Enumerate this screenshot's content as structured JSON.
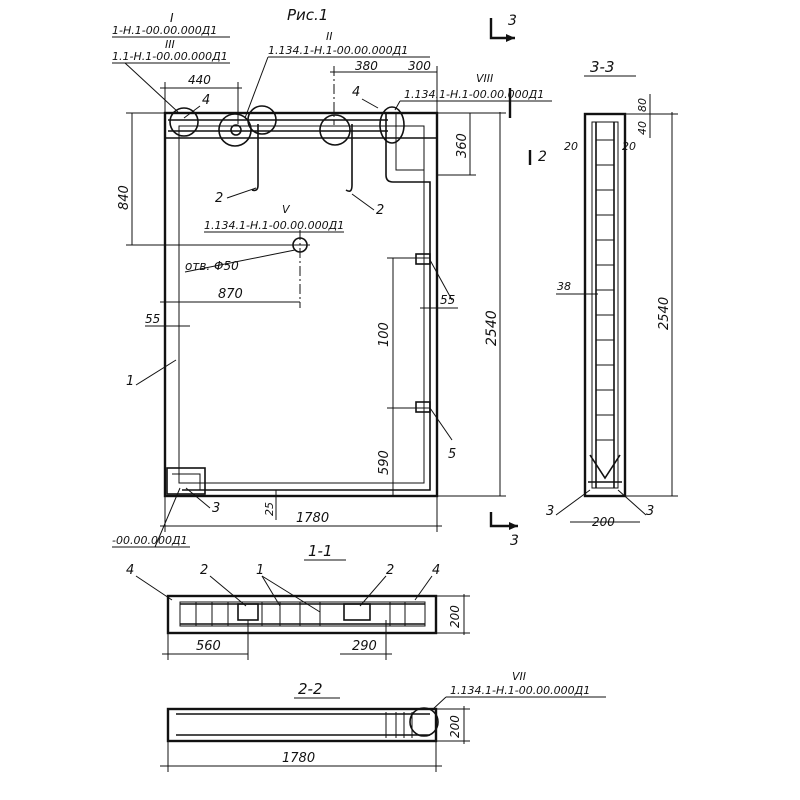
{
  "figure": {
    "title": "Рис.1",
    "callouts": {
      "ref_I": "I",
      "ref_II": "II",
      "ref_III": "III",
      "ref_V": "V",
      "ref_VII": "VII",
      "ref_VIII": "VIII",
      "doc_I": "1-Н.1-00.00.000Д1",
      "doc_III": "1.1-Н.1-00.00.000Д1",
      "doc_II": "1.134.1-Н.1-00.00.000Д1",
      "doc_VIII": "1.134.1-Н.1-00.00.000Д1",
      "doc_V": "1.134.1-Н.1-00.00.000Д1",
      "doc_bottom": "-00.00.000Д1",
      "doc_VII": "1.134.1-Н.1-00.00.000Д1",
      "hole_label": "отв. Φ50"
    },
    "section_marks": {
      "s3_top": "3",
      "s3_bottom": "3",
      "s2": "2"
    },
    "item_numbers": {
      "pos4_left": "4",
      "pos4_right": "4",
      "pos2_left": "2",
      "pos2_right": "2",
      "pos1": "1",
      "pos3": "3",
      "pos5": "5"
    },
    "dimensions": {
      "d440": "440",
      "d380": "380",
      "d300": "300",
      "d360": "360",
      "d840": "840",
      "d870": "870",
      "d55_left": "55",
      "d55_right": "55",
      "d100": "100",
      "d590": "590",
      "d2540": "2540",
      "d25": "25",
      "d1780": "1780"
    }
  },
  "section_3_3": {
    "title": "3-3",
    "d80": "80",
    "d40": "40",
    "d20_left": "20",
    "d20_right": "20",
    "d38": "38",
    "d2540": "2540",
    "d200": "200",
    "pos3_left": "3",
    "pos3_right": "3"
  },
  "section_1_1": {
    "title": "1-1",
    "pos4_left": "4",
    "pos2_left": "2",
    "pos1": "1",
    "pos2_right": "2",
    "pos4_right": "4",
    "d560": "560",
    "d290": "290",
    "d200": "200"
  },
  "section_2_2": {
    "title": "2-2",
    "d1780": "1780",
    "d200": "200"
  }
}
